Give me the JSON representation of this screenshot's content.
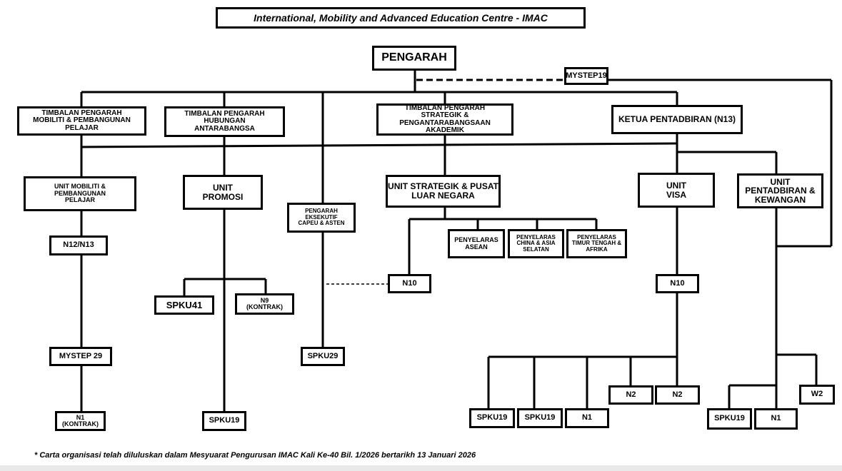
{
  "header": {
    "title": "International, Mobility and Advanced Education Centre - IMAC"
  },
  "nodes": {
    "pengarah": "PENGARAH",
    "mystep19": "MYSTEP19",
    "tp_mobiliti": "TIMBALAN PENGARAH\nMOBILITI & PEMBANGUNAN\nPELAJAR",
    "tp_hubungan": "TIMBALAN PENGARAH\nHUBUNGAN\nANTARABANGSA",
    "tp_strategik": "TIMBALAN PENGARAH\nSTRATEGIK & PENGANTARABANGSAAN\nAKADEMIK",
    "ketua_pentadbiran": "KETUA PENTADBIRAN (N13)",
    "unit_mobiliti": "UNIT MOBILITI &\nPEMBANGUNAN\nPELAJAR",
    "unit_promosi": "UNIT\nPROMOSI",
    "pengarah_eksekutif": "PENGARAH\nEKSEKUTIF\nCAPEU & ASTEN",
    "unit_strategik": "UNIT STRATEGIK & PUSAT\nLUAR NEGARA",
    "unit_visa": "UNIT\nVISA",
    "unit_pentadbiran": "UNIT\nPENTADBIRAN &\nKEWANGAN",
    "n12_n13": "N12/N13",
    "spku41": "SPKU41",
    "n9_kontrak": "N9\n(KONTRAK)",
    "penyelaras_asean": "PENYELARAS\nASEAN",
    "penyelaras_china": "PENYELARAS\nCHINA & ASIA\nSELATAN",
    "penyelaras_timur": "PENYELARAS\nTIMUR TENGAH &\nAFRIKA",
    "n10_strategik": "N10",
    "n10_visa": "N10",
    "mystep29": "MYSTEP 29",
    "spku29": "SPKU29",
    "n2_a": "N2",
    "n2_b": "N2",
    "w2": "W2",
    "n1_kontrak": "N1\n(KONTRAK)",
    "spku19_promosi": "SPKU19",
    "spku19_visa_a": "SPKU19",
    "spku19_visa_b": "SPKU19",
    "n1_visa": "N1",
    "spku19_pentadbiran": "SPKU19",
    "n1_pentadbiran": "N1"
  },
  "footer": {
    "note": "* Carta organisasi telah diluluskan dalam Mesyuarat Pengurusan IMAC Kali Ke-40 Bil. 1/2026 bertarikh 13 Januari 2026"
  }
}
